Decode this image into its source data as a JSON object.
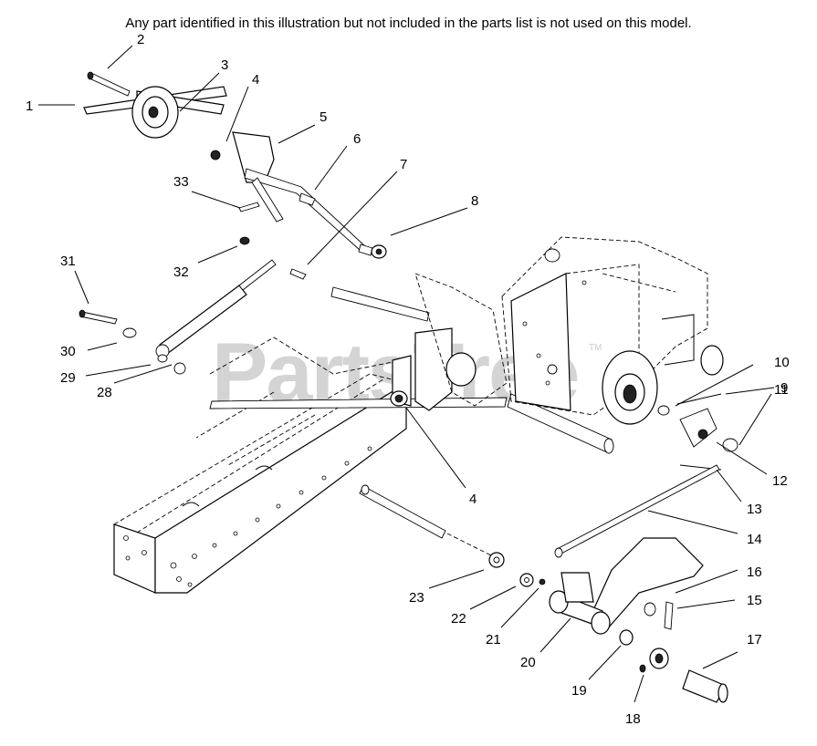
{
  "note": "Any part identified in this illustration but not included in the parts list is not used on this model.",
  "watermark": {
    "text": "PartsTree",
    "trademark": "TM"
  },
  "callouts": [
    {
      "id": "c1",
      "text": "1"
    },
    {
      "id": "c2",
      "text": "2"
    },
    {
      "id": "c3",
      "text": "3"
    },
    {
      "id": "c4a",
      "text": "4"
    },
    {
      "id": "c5",
      "text": "5"
    },
    {
      "id": "c6",
      "text": "6"
    },
    {
      "id": "c7",
      "text": "7"
    },
    {
      "id": "c8",
      "text": "8"
    },
    {
      "id": "c33",
      "text": "33"
    },
    {
      "id": "c31",
      "text": "31"
    },
    {
      "id": "c32",
      "text": "32"
    },
    {
      "id": "c30",
      "text": "30"
    },
    {
      "id": "c29",
      "text": "29"
    },
    {
      "id": "c28",
      "text": "28"
    },
    {
      "id": "c10",
      "text": "10"
    },
    {
      "id": "c9",
      "text": "9"
    },
    {
      "id": "c11",
      "text": "11"
    },
    {
      "id": "c12",
      "text": "12"
    },
    {
      "id": "c4b",
      "text": "4"
    },
    {
      "id": "c13",
      "text": "13"
    },
    {
      "id": "c14",
      "text": "14"
    },
    {
      "id": "c16",
      "text": "16"
    },
    {
      "id": "c15",
      "text": "15"
    },
    {
      "id": "c23",
      "text": "23"
    },
    {
      "id": "c22",
      "text": "22"
    },
    {
      "id": "c21",
      "text": "21"
    },
    {
      "id": "c20",
      "text": "20"
    },
    {
      "id": "c17",
      "text": "17"
    },
    {
      "id": "c19",
      "text": "19"
    },
    {
      "id": "c18",
      "text": "18"
    }
  ]
}
